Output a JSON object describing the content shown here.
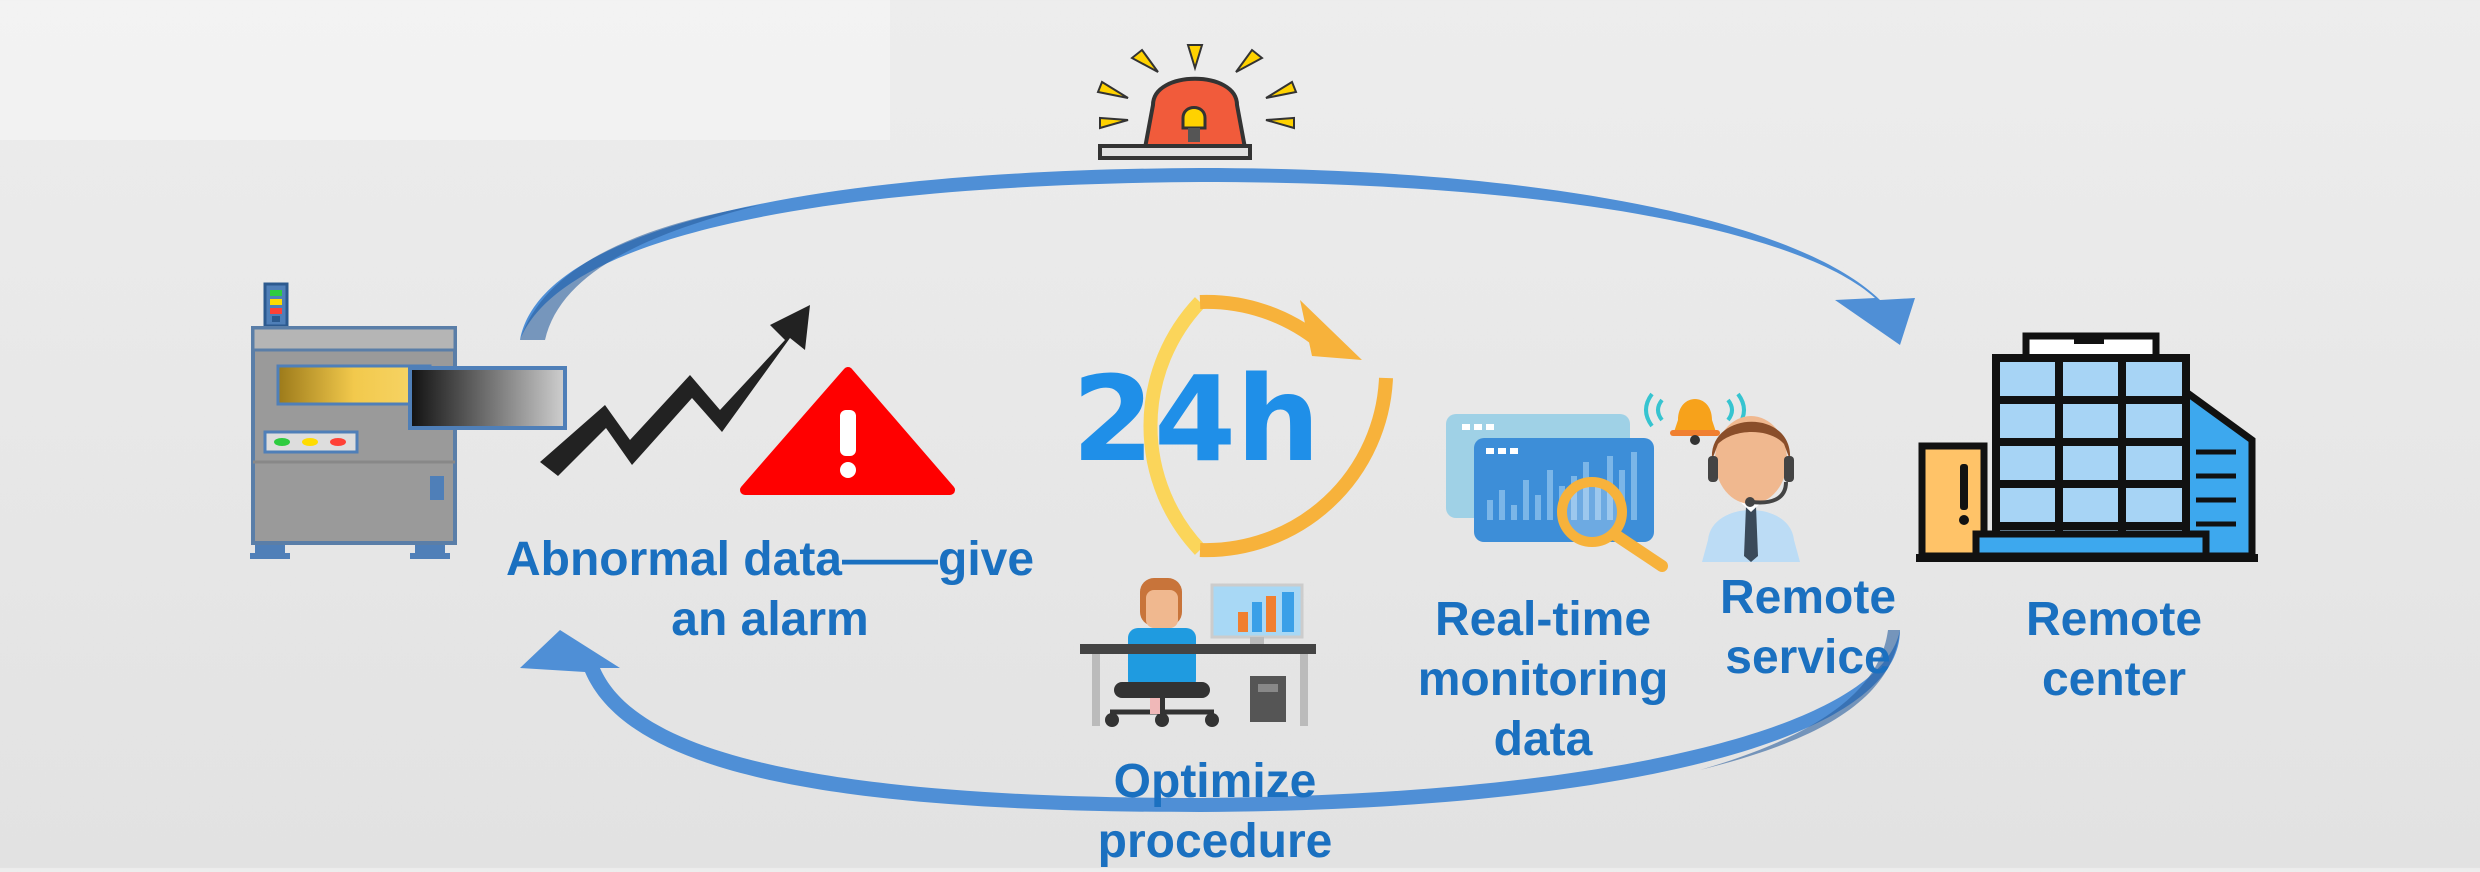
{
  "diagram": {
    "badge_text": "24h",
    "labels": {
      "abnormal_line1": "Abnormal data——give",
      "abnormal_line2": "an alarm",
      "optimize_line1": "Optimize",
      "optimize_line2": "procedure",
      "realtime_line1": "Real-time",
      "realtime_line2": "monitoring",
      "realtime_line3": "data",
      "remote_service_line1": "Remote",
      "remote_service_line2": "service",
      "remote_center_line1": "Remote",
      "remote_center_line2": "center"
    },
    "colors": {
      "label_blue": "#1a70c0",
      "arrow_blue": "#4f8fd6",
      "alarm_red": "#f15b3b",
      "warning_red": "#ff0000",
      "clock_yellow": "#fbd55a",
      "clock_orange": "#f7b23b"
    },
    "icons": [
      "machine-icon",
      "trend-arrow-icon",
      "warning-icon",
      "siren-icon",
      "clock-24h-icon",
      "worker-desk-icon",
      "monitoring-screen-icon",
      "bell-icon",
      "support-agent-icon",
      "building-icon"
    ]
  }
}
